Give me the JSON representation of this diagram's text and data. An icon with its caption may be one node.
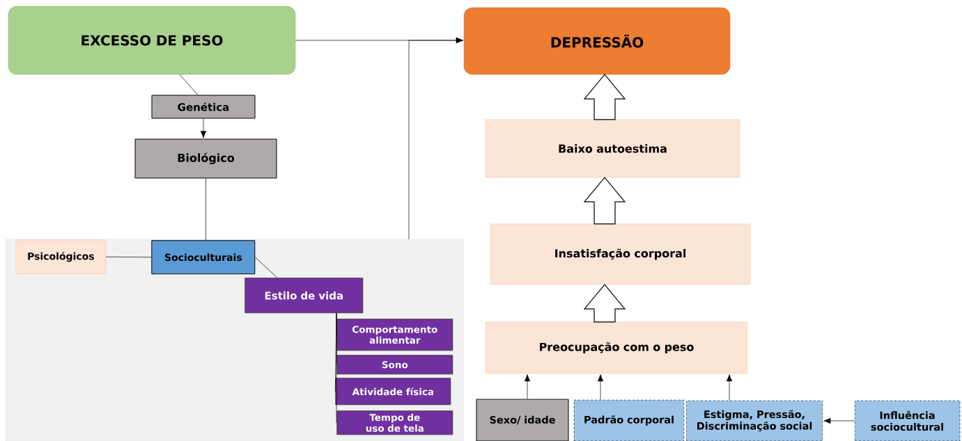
{
  "diagram": {
    "nodes": [
      {
        "text": [
          "EXCESSO DE PESO"
        ]
      },
      {
        "text": [
          "DEPRESSÃO"
        ]
      },
      {
        "text": [
          "Genética"
        ]
      },
      {
        "text": [
          "Biológico"
        ]
      },
      {
        "text": [],
        "shape": "box"
      },
      {
        "text": [
          "Psicológicos"
        ],
        "in": 4
      },
      {
        "text": [
          "Socioculturais"
        ],
        "in": 4
      },
      {
        "text": [
          "Estilo de vida"
        ],
        "in": 4
      },
      {
        "text": [
          "Comportamento alimentar"
        ],
        "in": 4
      },
      {
        "text": [
          "Sono"
        ],
        "in": 4
      },
      {
        "text": [
          "Atividade física"
        ],
        "in": 4
      },
      {
        "text": [
          "Tempo de uso de tela"
        ],
        "in": 4
      },
      {
        "text": [
          "Baixo autoestima"
        ]
      },
      {
        "text": [
          "Insatisfação corporal"
        ]
      },
      {
        "text": [
          "Preocupação com o peso"
        ]
      },
      {
        "text": [
          "Sexo/ idade"
        ]
      },
      {
        "text": [
          "Padrão corporal"
        ]
      },
      {
        "text": [
          "Estigma, Pressão, Discriminação social"
        ]
      },
      {
        "text": [
          "Influência sociocultural"
        ]
      }
    ],
    "edges": [
      {
        "from": 0,
        "to": 1,
        "arrow": "to"
      },
      {
        "from": 4,
        "to": 1,
        "arrow": "to"
      },
      {
        "from": 0,
        "to": 2,
        "arrow": "none"
      },
      {
        "from": 2,
        "to": 3,
        "arrow": "to"
      },
      {
        "from": 3,
        "to": 6,
        "arrow": "none"
      },
      {
        "from": 5,
        "to": 6,
        "arrow": "none"
      },
      {
        "from": 6,
        "to": 7,
        "arrow": "none"
      },
      {
        "from": 7,
        "to": 8,
        "arrow": "none"
      },
      {
        "from": 7,
        "to": 9,
        "arrow": "none"
      },
      {
        "from": 7,
        "to": 10,
        "arrow": "none"
      },
      {
        "from": 7,
        "to": 11,
        "arrow": "none"
      },
      {
        "from": 12,
        "to": 1,
        "arrow": "to",
        "style": "thick"
      },
      {
        "from": 13,
        "to": 12,
        "arrow": "to",
        "style": "thick"
      },
      {
        "from": 14,
        "to": 13,
        "arrow": "to",
        "style": "thick"
      },
      {
        "from": 15,
        "to": 14,
        "arrow": "to"
      },
      {
        "from": 16,
        "to": 14,
        "arrow": "to"
      },
      {
        "from": 17,
        "to": 14,
        "arrow": "to"
      },
      {
        "from": 18,
        "to": 17,
        "arrow": "to"
      }
    ]
  }
}
